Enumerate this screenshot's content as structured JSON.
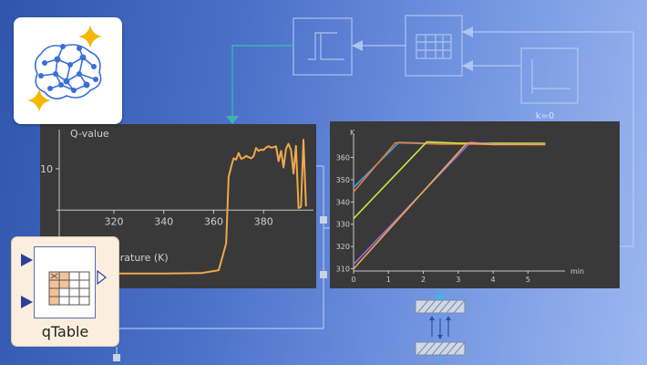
{
  "background": {
    "gradient": [
      "#2f55ad",
      "#9cb7f0"
    ],
    "wire_color": "#b8cdf2",
    "connector_color": "#3ab5b0",
    "constant_label": "k=0"
  },
  "logo": {
    "icon": "ai-brain-sparkle-icon",
    "accent": "#f5b800",
    "node_color": "#3a6fd8"
  },
  "qtable_block": {
    "label": "qTable",
    "icon": "table-icon"
  },
  "chart_data": [
    {
      "type": "line",
      "title": "",
      "ylabel": "Q-value",
      "xlabel": "Temperature (K)",
      "xlabel_visible": "perature (K)",
      "xticks": [
        320,
        340,
        360,
        380
      ],
      "yticks": [
        10
      ],
      "xlim": [
        297,
        400
      ],
      "ylim": [
        -18,
        19
      ],
      "line_color": "#f0a84a",
      "series": [
        {
          "x": [
            298,
            320,
            340,
            355,
            362,
            365,
            366,
            367,
            368,
            369,
            370,
            371,
            372,
            373,
            374,
            375,
            376,
            377,
            378,
            379,
            380,
            381,
            382,
            383,
            384,
            385,
            386,
            387,
            388,
            389,
            390,
            391,
            392,
            393,
            394,
            395,
            396,
            397
          ],
          "y": [
            -15.2,
            -15.3,
            -15.3,
            -15.2,
            -14.5,
            -8,
            8,
            10.5,
            12.5,
            12.2,
            13.8,
            12.4,
            12.6,
            13.1,
            12.8,
            12.5,
            13,
            15,
            14.3,
            14.6,
            14.5,
            15.1,
            15.4,
            15.1,
            15.2,
            15.4,
            11.8,
            14.3,
            10.3,
            14.8,
            16,
            14.4,
            8.8,
            15.5,
            0.5,
            0.8,
            17,
            0.9
          ]
        }
      ],
      "grid": false
    },
    {
      "type": "line",
      "title": "",
      "ylabel": "K",
      "xlabel": "min",
      "xticks": [
        0,
        1,
        2,
        3,
        4,
        5
      ],
      "yticks": [
        310,
        320,
        330,
        340,
        350,
        360
      ],
      "xlim": [
        0,
        5.8
      ],
      "ylim": [
        309,
        368
      ],
      "grid": false,
      "series": [
        {
          "color": "#3aa0e8",
          "x": [
            0,
            1.3,
            2.5,
            5.5
          ],
          "y": [
            346.5,
            366.8,
            366.2,
            366.1
          ]
        },
        {
          "color": "#e87a3a",
          "x": [
            0,
            1.2,
            2.5,
            5.5
          ],
          "y": [
            344.5,
            366.6,
            366.0,
            365.9
          ]
        },
        {
          "color": "#c8e63a",
          "x": [
            0,
            2.1,
            3.0,
            5.5
          ],
          "y": [
            332.5,
            367.0,
            366.4,
            366.3
          ]
        },
        {
          "color": "#9a6ae0",
          "x": [
            0,
            3.35,
            4.0,
            5.5
          ],
          "y": [
            312.0,
            366.8,
            366.0,
            365.9
          ]
        },
        {
          "color": "#f0a84a",
          "x": [
            0,
            3.25,
            4.0,
            5.5
          ],
          "y": [
            310.0,
            366.5,
            365.8,
            365.8
          ]
        }
      ]
    }
  ]
}
